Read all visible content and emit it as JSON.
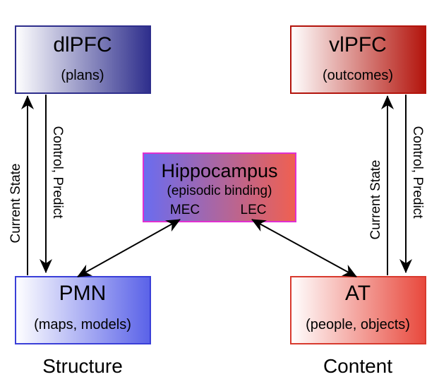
{
  "boxes": {
    "dlpfc": {
      "title": "dlPFC",
      "subtitle": "(plans)",
      "color": "#2e2e8c"
    },
    "vlpfc": {
      "title": "vlPFC",
      "subtitle": "(outcomes)",
      "color": "#b3140c"
    },
    "pmn": {
      "title": "PMN",
      "subtitle": "(maps, models)",
      "color": "#5a62e8"
    },
    "at": {
      "title": "AT",
      "subtitle": "(people, objects)",
      "color": "#e8483c"
    },
    "hippocampus": {
      "title": "Hippocampus",
      "subtitle": "(episodic binding)",
      "left_label": "MEC",
      "right_label": "LEC",
      "border_color": "#e030d0"
    }
  },
  "arrows": {
    "left_up": "Current State",
    "left_down": "Control, Predict",
    "right_up": "Current State",
    "right_down": "Control, Predict"
  },
  "footer": {
    "left": "Structure",
    "right": "Content"
  }
}
